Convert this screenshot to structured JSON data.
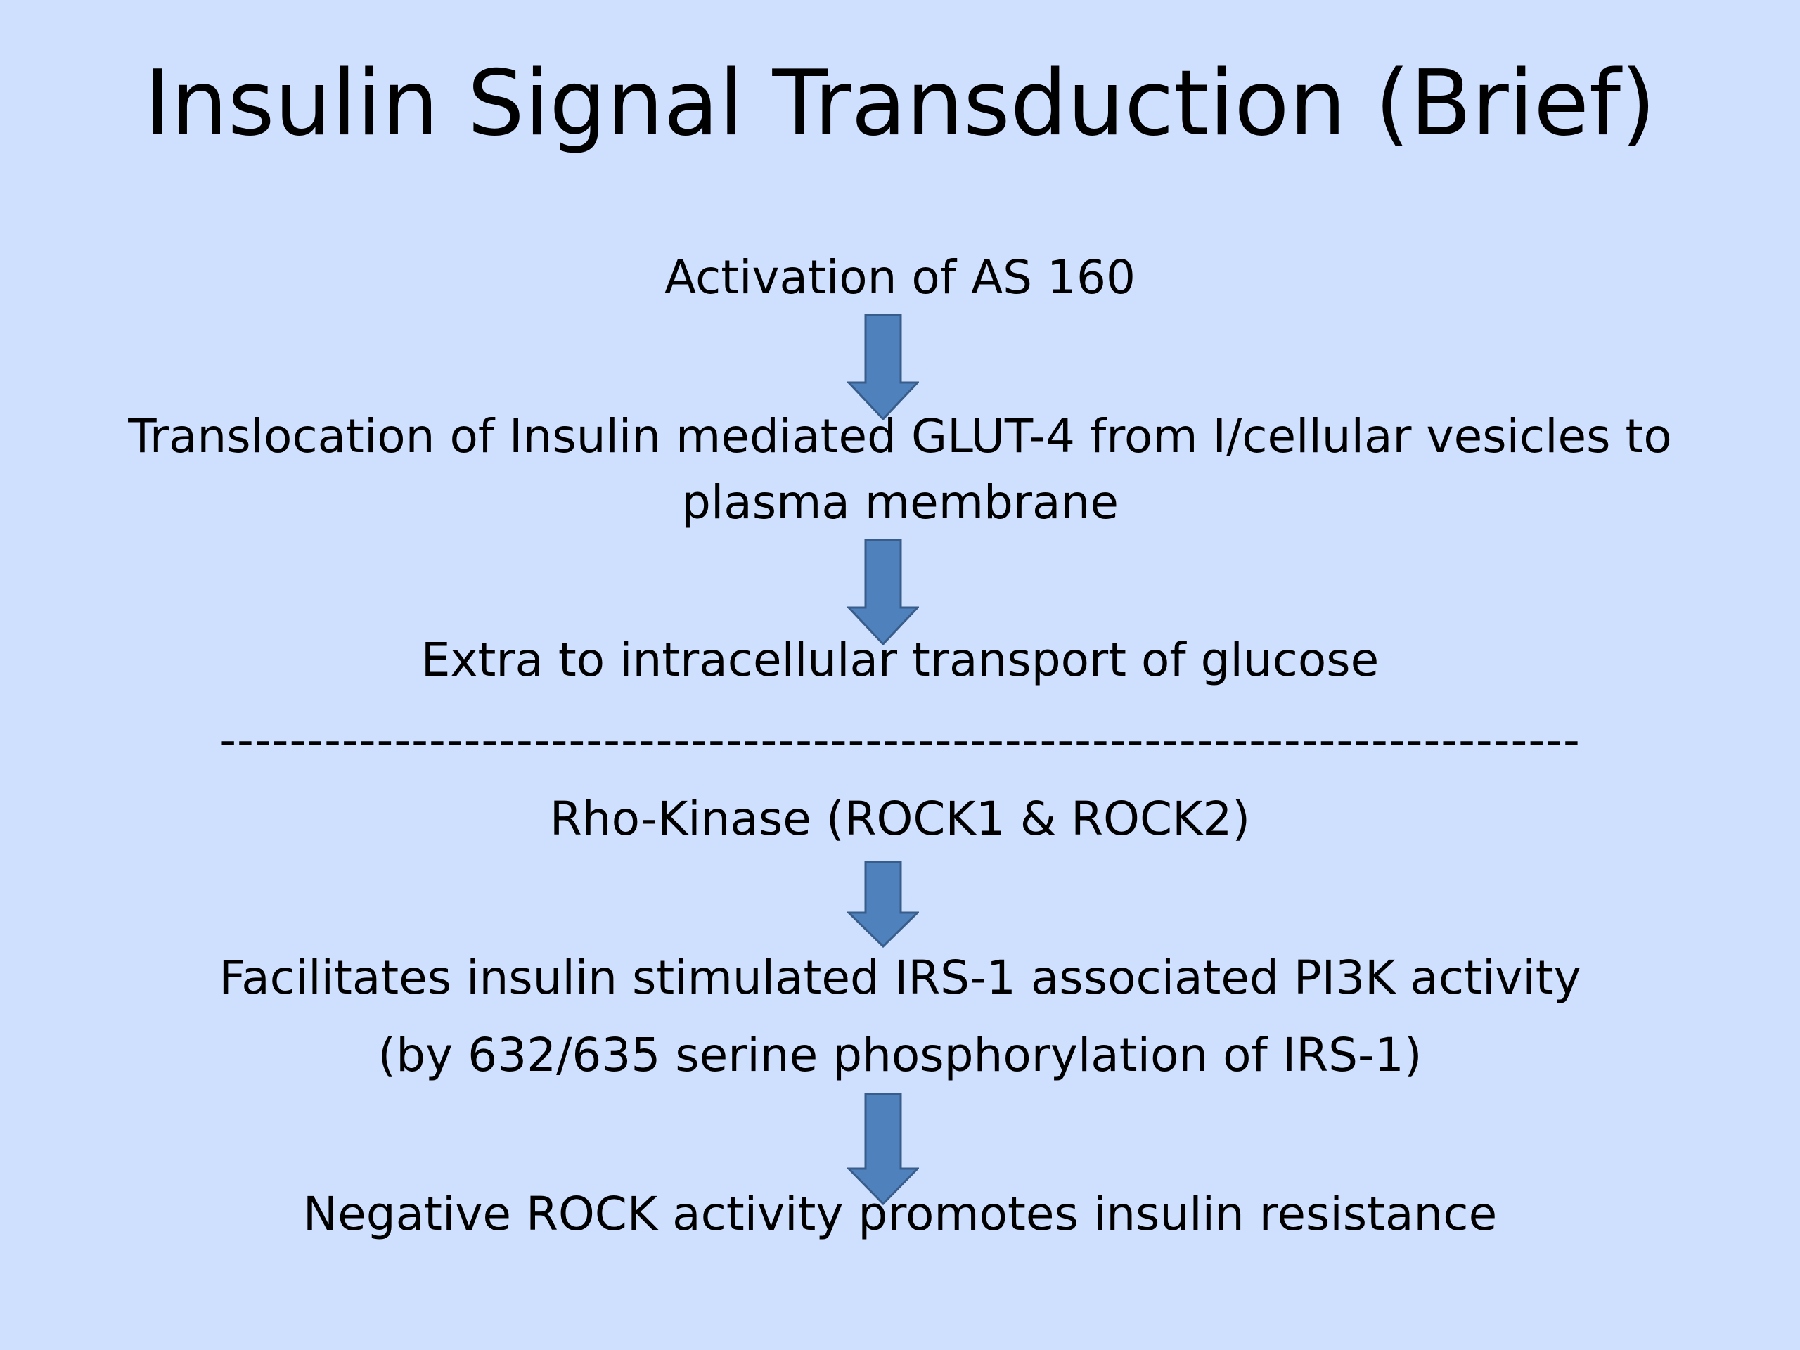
{
  "slide": {
    "title": "Insulin Signal Transduction (Brief)",
    "steps": {
      "s1": "Activation of AS 160",
      "s2a": "Translocation of Insulin mediated GLUT-4 from I/cellular vesicles to",
      "s2b": "plasma membrane",
      "s3": "Extra to intracellular transport of glucose",
      "divider": "------------------------------------------------------------------------------",
      "s4": "Rho-Kinase (ROCK1 & ROCK2)",
      "s5a": "Facilitates insulin stimulated IRS-1 associated PI3K activity",
      "s5b": "(by 632/635 serine phosphorylation of IRS-1)",
      "s6": "Negative ROCK activity promotes insulin resistance"
    },
    "colors": {
      "background": "#cfe0ff",
      "arrow_fill": "#4f81bd",
      "arrow_stroke": "#385d8a"
    },
    "arrow_icon": "down-arrow-icon"
  }
}
